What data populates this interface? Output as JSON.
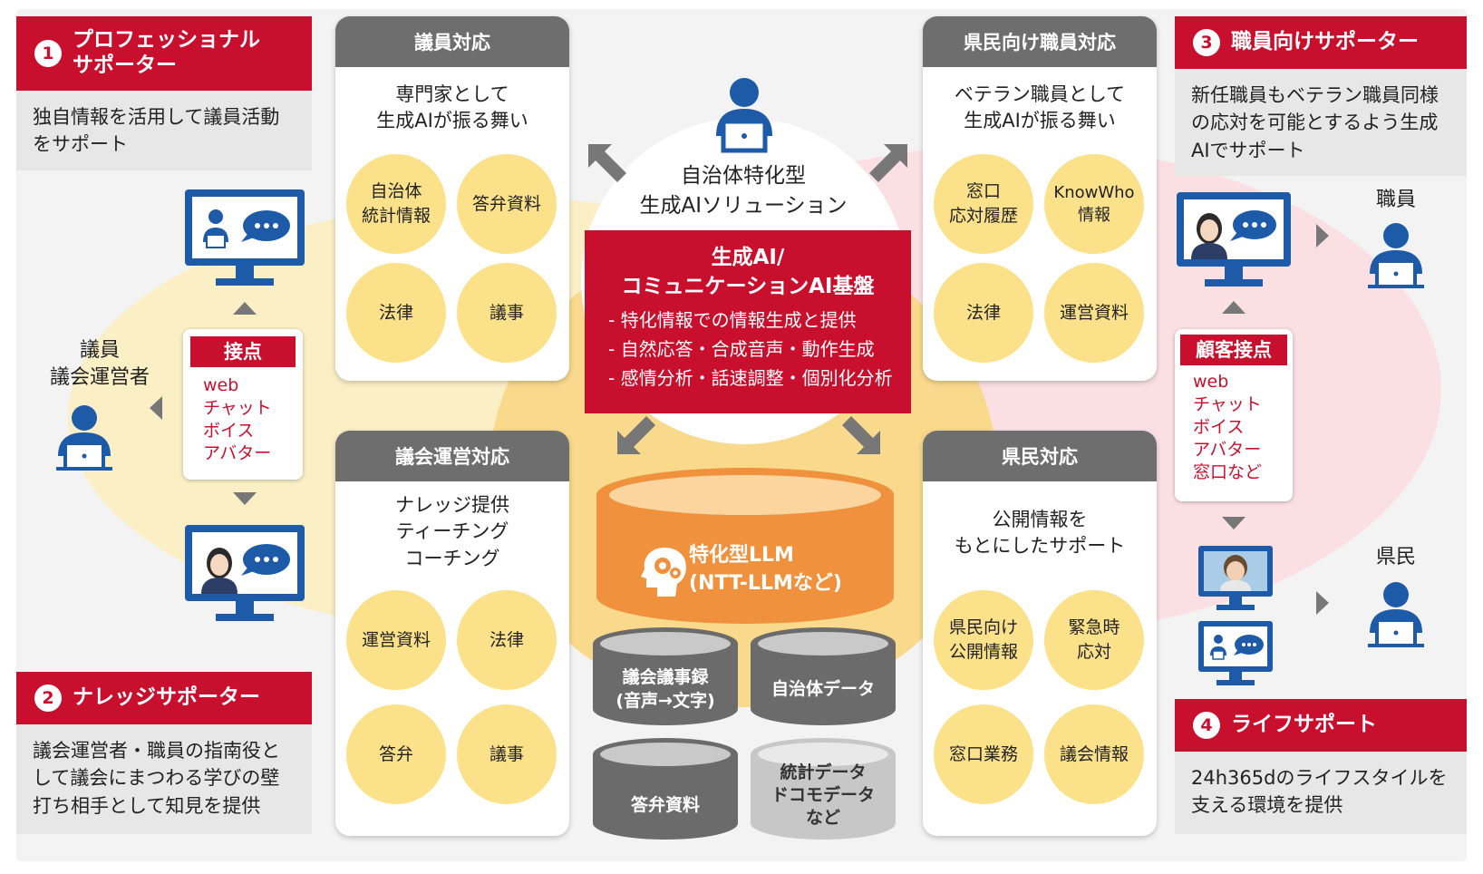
{
  "colors": {
    "accent": "#c8102e",
    "card_header": "#6e6e6e",
    "circle": "#fbe18a",
    "llm": "#f0913d",
    "db": "#6b6b6b",
    "db_light": "#c7c7c7"
  },
  "panel1": {
    "number": "1",
    "title": "プロフェッショナル\nサポーター",
    "desc": "独自情報を活用して議員活動\nをサポート"
  },
  "panel2": {
    "number": "2",
    "title": "ナレッジサポーター",
    "desc": "議会運営者・職員の指南役と\nして議会にまつわる学びの壁\n打ち相手として知見を提供"
  },
  "panel3": {
    "number": "3",
    "title": "職員向けサポーター",
    "desc": "新任職員もベテラン職員同様\nの応対を可能とするよう生成\nAIでサポート"
  },
  "panel4": {
    "number": "4",
    "title": "ライフサポート",
    "desc": "24h365dのライフスタイルを\n支える環境を提供"
  },
  "left_person": {
    "label": "議員\n議会運営者"
  },
  "left_contact": {
    "title": "接点",
    "items": [
      "web",
      "チャット",
      "ボイス",
      "アバター"
    ]
  },
  "right_contact": {
    "title": "顧客接点",
    "items": [
      "web",
      "チャット",
      "ボイス",
      "アバター",
      "窓口など"
    ]
  },
  "right_persons": {
    "staff": "職員",
    "citizen": "県民"
  },
  "card_tl": {
    "title": "議員対応",
    "subtitle": "専門家として\n生成AIが振る舞い",
    "circles": [
      "自治体\n統計情報",
      "答弁資料",
      "法律",
      "議事"
    ]
  },
  "card_bl": {
    "title": "議会運営対応",
    "subtitle": "ナレッジ提供\nティーチング\nコーチング",
    "circles": [
      "運営資料",
      "法律",
      "答弁",
      "議事"
    ]
  },
  "card_tr": {
    "title": "県民向け職員対応",
    "subtitle": "ベテラン職員として\n生成AIが振る舞い",
    "circles": [
      "窓口\n応対履歴",
      "KnowWho\n情報",
      "法律",
      "運営資料"
    ]
  },
  "card_br": {
    "title": "県民対応",
    "subtitle": "公開情報を\nもとにしたサポート",
    "circles": [
      "県民向け\n公開情報",
      "緊急時\n応対",
      "窓口業務",
      "議会情報"
    ]
  },
  "center": {
    "solution": "自治体特化型\n生成AIソリューション",
    "platform_title": "生成AI/\nコミュニケーションAI基盤",
    "platform_items": [
      "- 特化情報での情報生成と提供",
      "- 自然応答・合成音声・動作生成",
      "- 感情分析・話速調整・個別化分析"
    ],
    "llm": "特化型LLM\n(NTT-LLMなど)",
    "databases": [
      "議会議事録\n(音声→文字)",
      "自治体データ",
      "答弁資料",
      "統計データ\nドコモデータ\nなど"
    ]
  },
  "icons": [
    "person-icon",
    "monitor-chat-icon",
    "monitor-avatar-icon",
    "brain-gear-icon",
    "database-icon",
    "arrow-icon"
  ]
}
